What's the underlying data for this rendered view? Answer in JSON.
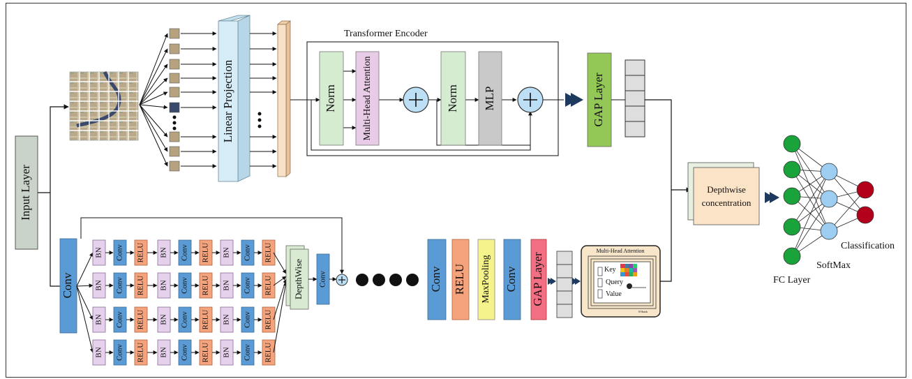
{
  "input_layer": "Input Layer",
  "vit": {
    "linear_projection": "Linear Projection",
    "encoder_title": "Transformer Encoder",
    "norm1": "Norm",
    "mha": "Multi-Head Attention",
    "norm2": "Norm",
    "mlp": "MLP",
    "gap": "GAP Layer"
  },
  "cnn": {
    "conv": "Conv",
    "bn": "BN",
    "conv_small": "Conv",
    "relu": "RELU",
    "depthwise": "DepthWise",
    "conv2": "Conv",
    "b_conv1": "Conv",
    "b_relu": "RELU",
    "b_maxpool": "MaxPooling",
    "b_conv2": "Conv",
    "b_gap": "GAP Layer",
    "mha_title": "Multi-Head Attention",
    "mha_key": "Key",
    "mha_query": "Query",
    "mha_value": "Value",
    "mha_heads": "8 Heads"
  },
  "fusion": {
    "line1": "Depthwise",
    "line2": "concentration"
  },
  "head": {
    "fc": "FC Layer",
    "softmax": "SoftMax",
    "classification": "Classification"
  },
  "colors": {
    "input": "#c9d3c9",
    "projection": "#d6ecf6",
    "norm": "#d5ecd1",
    "mha": "#e8cbe6",
    "mlp": "#c9c9c9",
    "gap": "#93c756",
    "conv": "#5b9bd5",
    "bn": "#e6d1ec",
    "relu": "#f4a37c",
    "depthwise": "#d8ead2",
    "maxpool": "#f5f38c",
    "gap2": "#f26f84",
    "fusion": "#fbe3c8",
    "fc_node": "#1aa33a",
    "softmax_node": "#9dcdf0",
    "class_node": "#b3001b",
    "token": "#f7e2c8"
  }
}
